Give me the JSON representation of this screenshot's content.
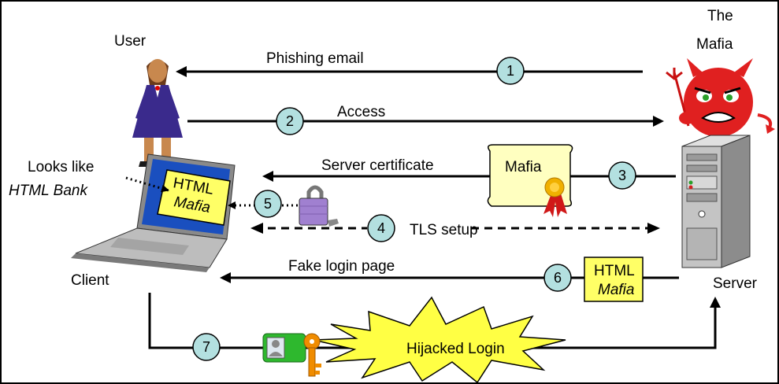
{
  "actors": {
    "user": "User",
    "mafia_line1": "The",
    "mafia_line2": "Mafia",
    "client": "Client",
    "server": "Server"
  },
  "annotation": {
    "line1": "Looks like",
    "line2": "HTML Bank"
  },
  "laptop_screen": {
    "line1": "HTML",
    "line2": "Mafia"
  },
  "steps": [
    {
      "number": "1",
      "label": "Phishing email"
    },
    {
      "number": "2",
      "label": "Access"
    },
    {
      "number": "3",
      "label": "Server certificate"
    },
    {
      "number": "4",
      "label": "TLS setup"
    },
    {
      "number": "5",
      "label": ""
    },
    {
      "number": "6",
      "label": "Fake login page"
    },
    {
      "number": "7",
      "label": "Hijacked Login"
    }
  ],
  "certificate": {
    "label": "Mafia"
  },
  "fake_page": {
    "line1": "HTML",
    "line2": "Mafia"
  },
  "colors": {
    "step_circle": "#b3e0e0",
    "note_yellow": "#ffff66",
    "burst_yellow": "#ffff44",
    "suit_purple": "#3a2a8c",
    "devil_red": "#e02020",
    "server_gray": "#bfbfbf",
    "card_green": "#2eb82e",
    "key_orange": "#f08c00"
  },
  "icons": [
    "user-figure-icon",
    "devil-icon",
    "server-tower-icon",
    "laptop-icon",
    "scroll-certificate-icon",
    "padlock-icon",
    "id-card-icon",
    "key-icon"
  ]
}
